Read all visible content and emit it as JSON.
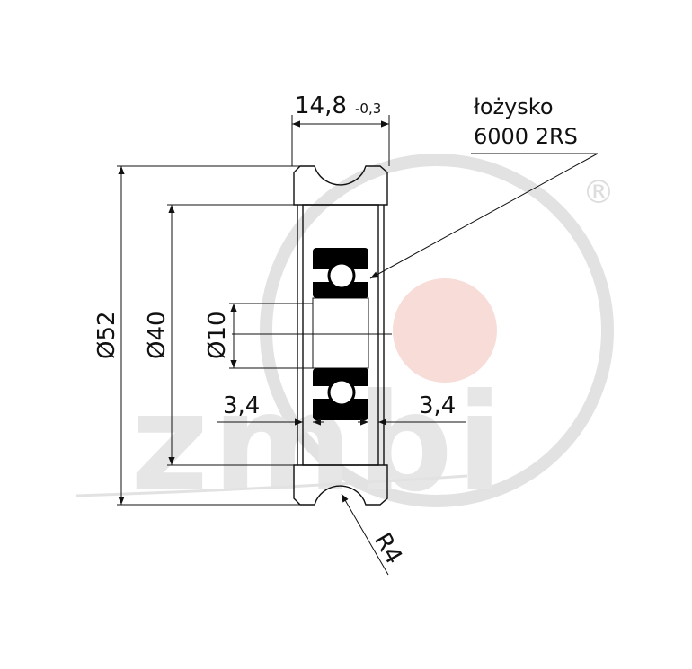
{
  "drawing": {
    "title": "",
    "colors": {
      "line": "#111111",
      "bearing": "#000000",
      "watermark": "#d7d7d7",
      "watermark_dot": "#f6d9d5"
    },
    "dimensions": {
      "width": {
        "value": "14,8",
        "tolerance": "-0,3"
      },
      "outer_diameter": "Ø52",
      "inner_diameter": "Ø40",
      "bore_diameter": "Ø10",
      "left_offset": "3,4",
      "right_offset": "3,4",
      "groove_radius": "R4"
    },
    "bearing_note": {
      "line1": "łożysko",
      "line2": "6000 2RS"
    },
    "watermark": {
      "registered_mark": "®",
      "logo": "zmbi"
    }
  }
}
